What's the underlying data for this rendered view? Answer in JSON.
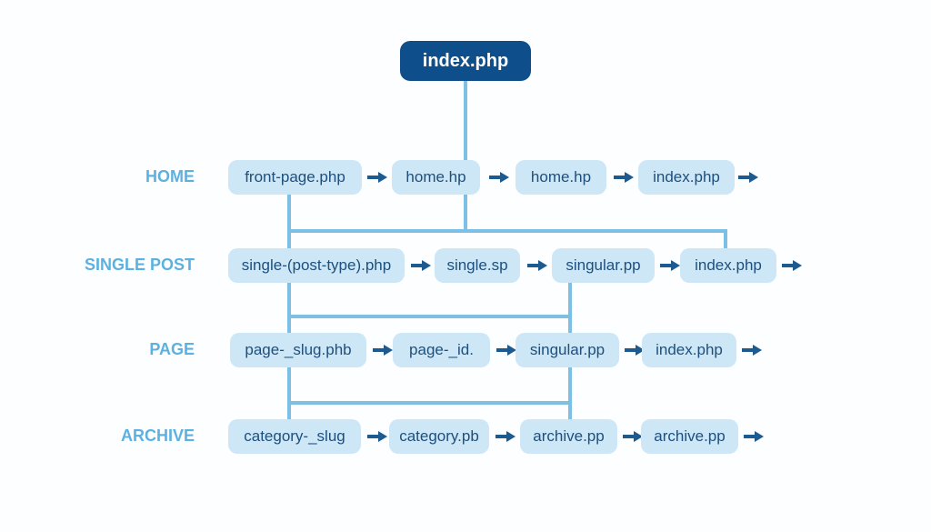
{
  "root": "index.php",
  "rows": [
    {
      "label": "HOME",
      "items": [
        "front-page.php",
        "home.hp",
        "home.hp",
        "index.php"
      ]
    },
    {
      "label": "SINGLE POST",
      "items": [
        "single-(post-type).php",
        "single.sp",
        "singular.pp",
        "index.php"
      ]
    },
    {
      "label": "PAGE",
      "items": [
        "page-_slug.phb",
        "page-_id.",
        "singular.pp",
        "index.php"
      ]
    },
    {
      "label": "ARCHIVE",
      "items": [
        "category-_slug",
        "category.pb",
        "archive.pp",
        "archive.pp"
      ]
    }
  ],
  "colors": {
    "root": "#0e4f8b",
    "box": "#cde7f7",
    "line": "#7cc0e6",
    "arrow": "#1d5a8f",
    "label": "#5cb1e0"
  }
}
